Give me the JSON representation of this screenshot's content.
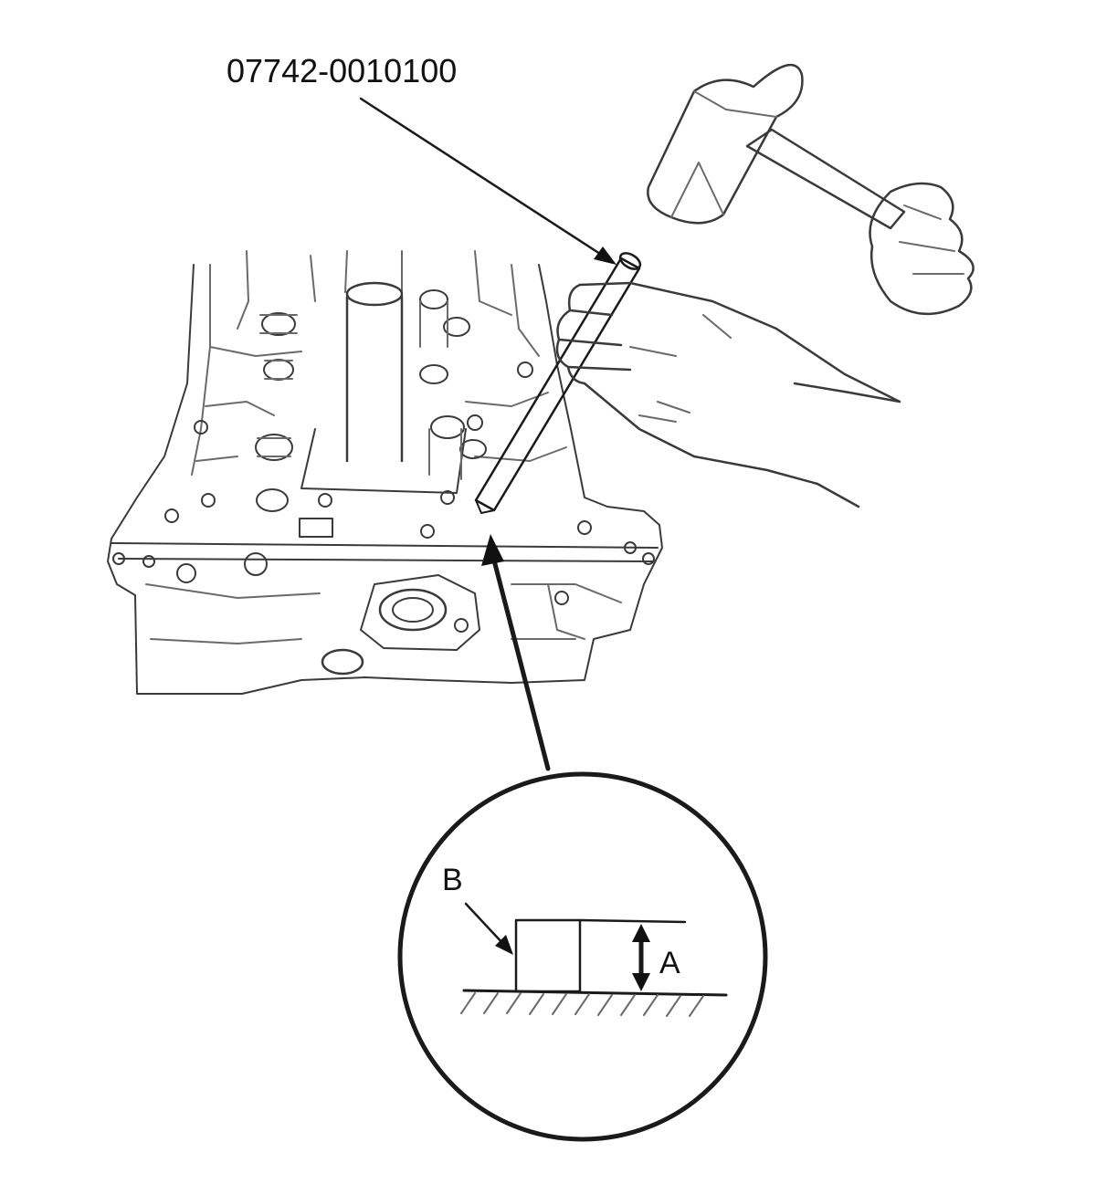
{
  "diagram": {
    "tool_part_number": "07742-0010100",
    "detail_labels": {
      "dimension": "A",
      "edge": "B"
    }
  }
}
